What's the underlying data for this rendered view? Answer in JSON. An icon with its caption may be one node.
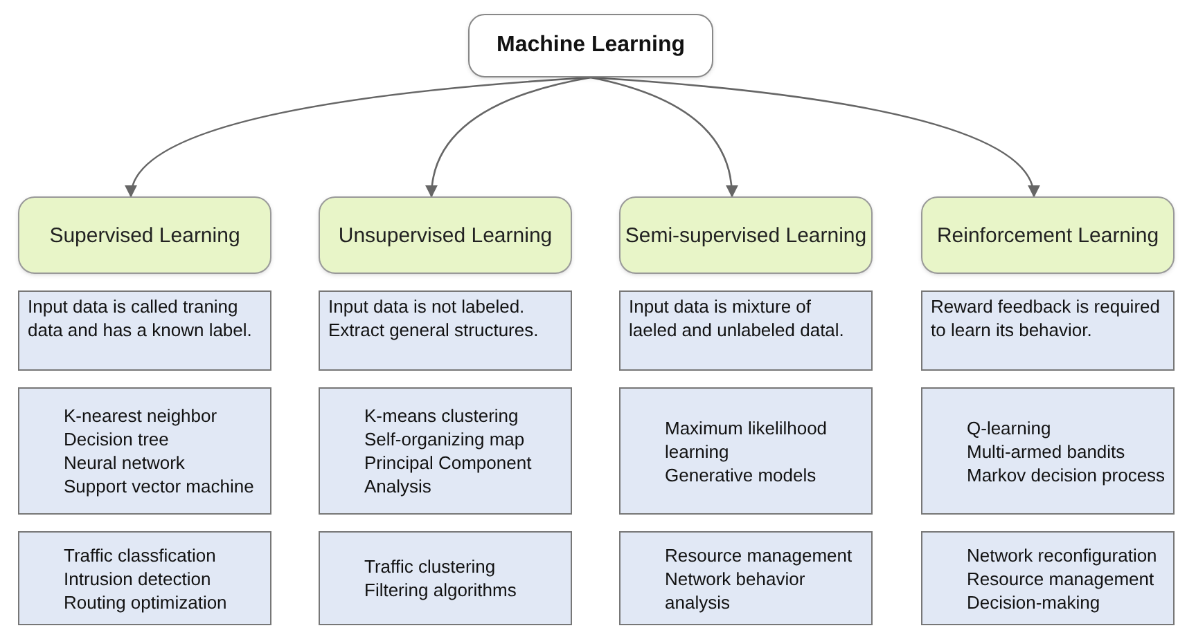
{
  "diagram": {
    "nodes": [
      {
        "text": [
          "Machine Learning"
        ]
      },
      {
        "text": [
          "Supervised Learning"
        ]
      },
      {
        "text": [
          "Unsupervised Learning"
        ]
      },
      {
        "text": [
          "Semi-supervised Learning"
        ]
      },
      {
        "text": [
          "Reinforcement Learning"
        ]
      },
      {
        "text": [
          "Input data is called traning data and has a known label."
        ]
      },
      {
        "text": [
          "Input data is not labeled. Extract general structures."
        ]
      },
      {
        "text": [
          "Input data is mixture of laeled and unlabeled datal."
        ]
      },
      {
        "text": [
          "Reward feedback is required to learn its behavior."
        ]
      },
      {
        "text": [
          "K-nearest neighbor",
          "Decision tree",
          "Neural network",
          "Support vector machine"
        ]
      },
      {
        "text": [
          "K-means clustering",
          "Self-organizing map",
          "Principal Component Analysis"
        ]
      },
      {
        "text": [
          "Maximum likelilhood learning",
          "Generative models"
        ]
      },
      {
        "text": [
          "Q-learning",
          "Multi-armed bandits",
          "Markov decision process"
        ]
      },
      {
        "text": [
          "Traffic classfication",
          "Intrusion detection",
          "Routing optimization"
        ]
      },
      {
        "text": [
          "Traffic clustering",
          "Filtering algorithms"
        ]
      },
      {
        "text": [
          "Resource management",
          "Network behavior analysis"
        ]
      },
      {
        "text": [
          "Network reconfiguration",
          "Resource management",
          "Decision-making"
        ]
      }
    ],
    "edges": [
      {
        "from": 0,
        "to": 1,
        "arrow": "to"
      },
      {
        "from": 0,
        "to": 2,
        "arrow": "to"
      },
      {
        "from": 0,
        "to": 3,
        "arrow": "to"
      },
      {
        "from": 0,
        "to": 4,
        "arrow": "to"
      }
    ]
  }
}
